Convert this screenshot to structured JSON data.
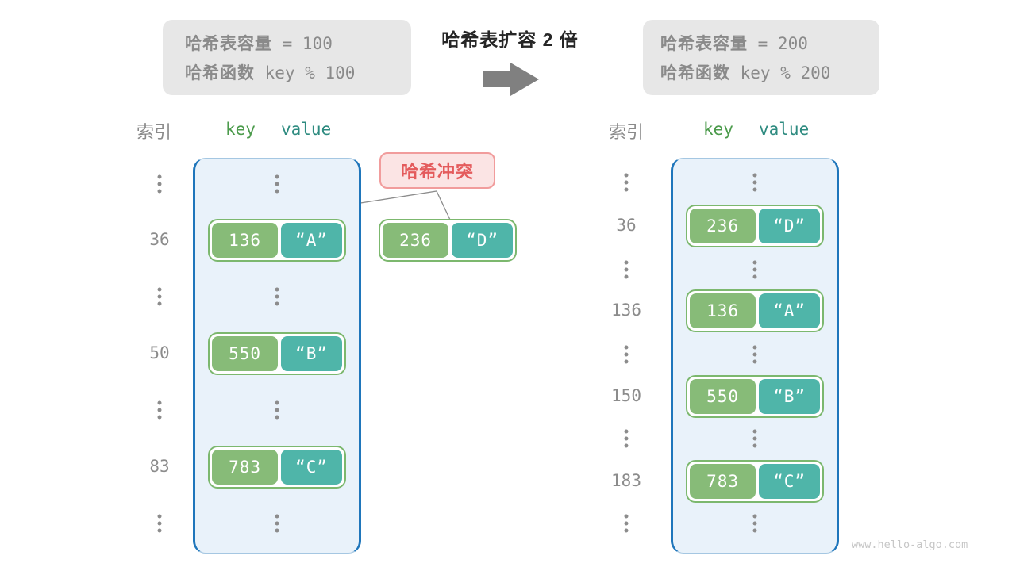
{
  "title": {
    "text": "哈希表扩容 2 倍"
  },
  "info_left": {
    "label1": "哈希表容量",
    "value1": " = 100",
    "label2": "哈希函数",
    "value2": " key % 100"
  },
  "info_right": {
    "label1": "哈希表容量",
    "value1": " = 200",
    "label2": "哈希函数",
    "value2": " key % 200"
  },
  "headers": {
    "index": "索引",
    "key": "key",
    "value": "value"
  },
  "tables": {
    "left": {
      "rows": [
        {
          "index": "36",
          "key": "136",
          "value": "“A”"
        },
        {
          "index": "50",
          "key": "550",
          "value": "“B”"
        },
        {
          "index": "83",
          "key": "783",
          "value": "“C”"
        }
      ]
    },
    "right": {
      "rows": [
        {
          "index": "36",
          "key": "236",
          "value": "“D”"
        },
        {
          "index": "136",
          "key": "136",
          "value": "“A”"
        },
        {
          "index": "150",
          "key": "550",
          "value": "“B”"
        },
        {
          "index": "183",
          "key": "783",
          "value": "“C”"
        }
      ]
    }
  },
  "collision": {
    "label": "哈希冲突",
    "pair": {
      "key": "236",
      "value": "“D”"
    }
  },
  "watermark": {
    "text": "www.hello-algo.com"
  },
  "colors": {
    "table_border": "#1f76bb",
    "table_fill": "#e9f2fa",
    "key_green": "#87bb78",
    "value_teal": "#4fb5a9",
    "pair_border": "#7cb86e",
    "collision_red": "#e45b5c",
    "collision_fill": "#fbe4e4",
    "info_gray": "#e7e7e7",
    "text_gray": "#8a8a8a",
    "arrow_gray": "#808080"
  }
}
